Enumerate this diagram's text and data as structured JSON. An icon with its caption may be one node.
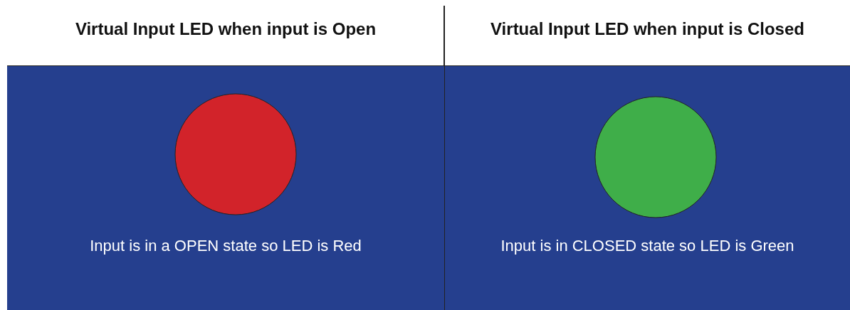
{
  "diagram": {
    "nodes": [
      {
        "text": [
          "Virtual Input LED when input is Open",
          "Input is in a OPEN state so LED is Red"
        ]
      },
      {
        "text": [],
        "shape": "circle",
        "in": 0
      },
      {
        "text": [
          "Virtual Input LED when input is Closed",
          "Input is in CLOSED state so LED is Green"
        ]
      },
      {
        "text": [],
        "shape": "circle",
        "in": 2
      }
    ]
  }
}
